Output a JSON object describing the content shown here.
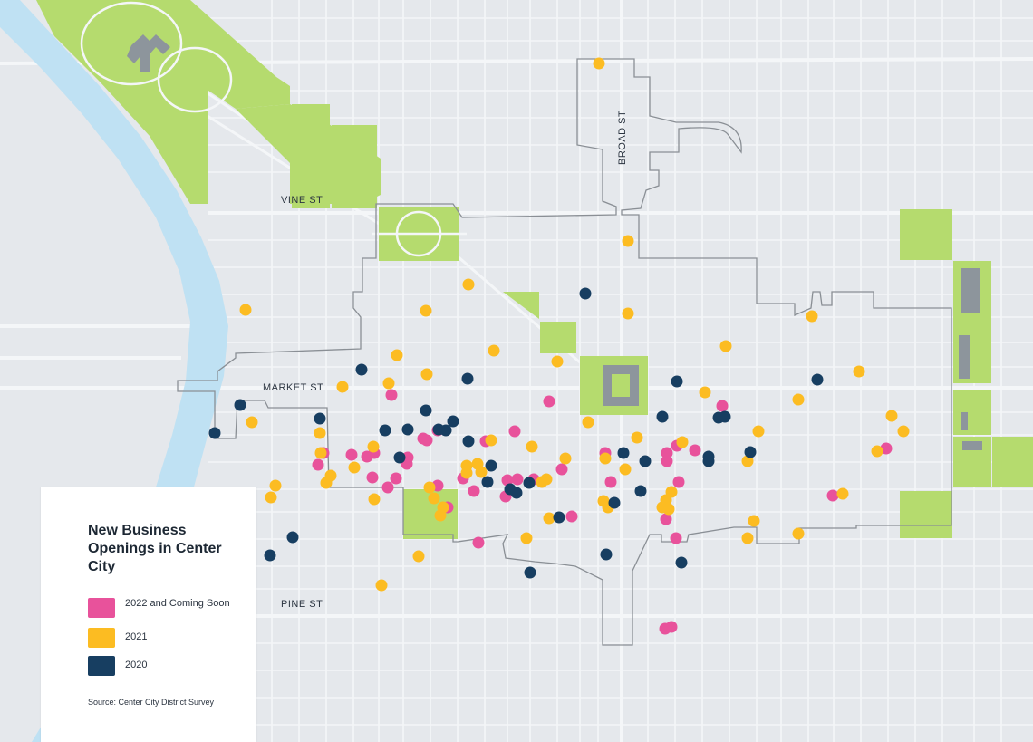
{
  "map": {
    "street_labels": {
      "vine": "VINE ST",
      "market": "MARKET ST",
      "pine": "PINE ST",
      "broad": "BROAD ST"
    },
    "colors": {
      "background": "#e5e8ec",
      "street": "#f4f6f8",
      "river": "#bfe1f3",
      "park": "#b5db6e",
      "building": "#8d959c",
      "boundary": "#8a8f95"
    },
    "series": [
      {
        "key": "2022",
        "color": "#e8529b",
        "points": [
          [
            797,
            448
          ],
          [
            747,
            492
          ],
          [
            767,
            497
          ],
          [
            736,
            500
          ],
          [
            736,
            509
          ],
          [
            749,
            532
          ],
          [
            735,
            573
          ],
          [
            746,
            594
          ],
          [
            741,
            692
          ],
          [
            734,
            694
          ],
          [
            919,
            547
          ],
          [
            978,
            495
          ],
          [
            668,
            500
          ],
          [
            674,
            532
          ],
          [
            631,
            570
          ],
          [
            606,
            443
          ],
          [
            620,
            518
          ],
          [
            568,
            476
          ],
          [
            536,
            487
          ],
          [
            558,
            548
          ],
          [
            571,
            529
          ],
          [
            560,
            530
          ],
          [
            589,
            529
          ],
          [
            523,
            542
          ],
          [
            511,
            528
          ],
          [
            528,
            599
          ],
          [
            494,
            560
          ],
          [
            483,
            536
          ],
          [
            483,
            475
          ],
          [
            467,
            484
          ],
          [
            471,
            486
          ],
          [
            450,
            505
          ],
          [
            449,
            512
          ],
          [
            437,
            528
          ],
          [
            411,
            527
          ],
          [
            413,
            500
          ],
          [
            428,
            538
          ],
          [
            432,
            436
          ],
          [
            405,
            504
          ],
          [
            388,
            502
          ],
          [
            357,
            500
          ],
          [
            351,
            513
          ]
        ]
      },
      {
        "key": "2021",
        "color": "#fcbc22",
        "points": [
          [
            661,
            70
          ],
          [
            693,
            266
          ],
          [
            693,
            346
          ],
          [
            896,
            349
          ],
          [
            801,
            382
          ],
          [
            948,
            410
          ],
          [
            778,
            433
          ],
          [
            881,
            441
          ],
          [
            984,
            459
          ],
          [
            997,
            476
          ],
          [
            968,
            498
          ],
          [
            930,
            545
          ],
          [
            837,
            476
          ],
          [
            825,
            509
          ],
          [
            832,
            575
          ],
          [
            825,
            594
          ],
          [
            881,
            589
          ],
          [
            753,
            488
          ],
          [
            741,
            543
          ],
          [
            735,
            552
          ],
          [
            731,
            560
          ],
          [
            738,
            562
          ],
          [
            703,
            483
          ],
          [
            690,
            518
          ],
          [
            668,
            506
          ],
          [
            666,
            553
          ],
          [
            671,
            560
          ],
          [
            649,
            466
          ],
          [
            615,
            399
          ],
          [
            587,
            493
          ],
          [
            603,
            529
          ],
          [
            598,
            532
          ],
          [
            624,
            506
          ],
          [
            606,
            572
          ],
          [
            581,
            594
          ],
          [
            545,
            387
          ],
          [
            517,
            314
          ],
          [
            470,
            343
          ],
          [
            438,
            392
          ],
          [
            471,
            413
          ],
          [
            429,
            423
          ],
          [
            378,
            427
          ],
          [
            278,
            466
          ],
          [
            271,
            342
          ],
          [
            353,
            478
          ],
          [
            354,
            500
          ],
          [
            365,
            525
          ],
          [
            360,
            533
          ],
          [
            304,
            536
          ],
          [
            299,
            549
          ],
          [
            391,
            516
          ],
          [
            412,
            493
          ],
          [
            413,
            551
          ],
          [
            474,
            538
          ],
          [
            479,
            550
          ],
          [
            489,
            560
          ],
          [
            486,
            569
          ],
          [
            542,
            486
          ],
          [
            515,
            514
          ],
          [
            527,
            512
          ],
          [
            531,
            521
          ],
          [
            515,
            522
          ],
          [
            462,
            614
          ],
          [
            421,
            646
          ]
        ]
      },
      {
        "key": "2020",
        "color": "#173e61",
        "points": [
          [
            646,
            324
          ],
          [
            902,
            419
          ],
          [
            747,
            421
          ],
          [
            731,
            460
          ],
          [
            793,
            461
          ],
          [
            800,
            460
          ],
          [
            782,
            504
          ],
          [
            782,
            509
          ],
          [
            828,
            499
          ],
          [
            712,
            509
          ],
          [
            707,
            542
          ],
          [
            688,
            500
          ],
          [
            678,
            555
          ],
          [
            669,
            612
          ],
          [
            752,
            621
          ],
          [
            617,
            571
          ],
          [
            585,
            632
          ],
          [
            584,
            533
          ],
          [
            563,
            540
          ],
          [
            570,
            544
          ],
          [
            542,
            514
          ],
          [
            538,
            532
          ],
          [
            517,
            487
          ],
          [
            516,
            418
          ],
          [
            500,
            465
          ],
          [
            492,
            475
          ],
          [
            484,
            474
          ],
          [
            470,
            453
          ],
          [
            450,
            474
          ],
          [
            441,
            505
          ],
          [
            425,
            475
          ],
          [
            399,
            408
          ],
          [
            353,
            462
          ],
          [
            265,
            447
          ],
          [
            237,
            478
          ],
          [
            323,
            593
          ],
          [
            298,
            613
          ]
        ]
      }
    ]
  },
  "legend": {
    "title": "New Business Openings in Center City",
    "items": [
      {
        "label": "2022 and Coming Soon",
        "color": "#e8529b"
      },
      {
        "label": "2021",
        "color": "#fcbc22"
      },
      {
        "label": "2020",
        "color": "#173e61"
      }
    ],
    "source": "Source: Center City District Survey"
  }
}
